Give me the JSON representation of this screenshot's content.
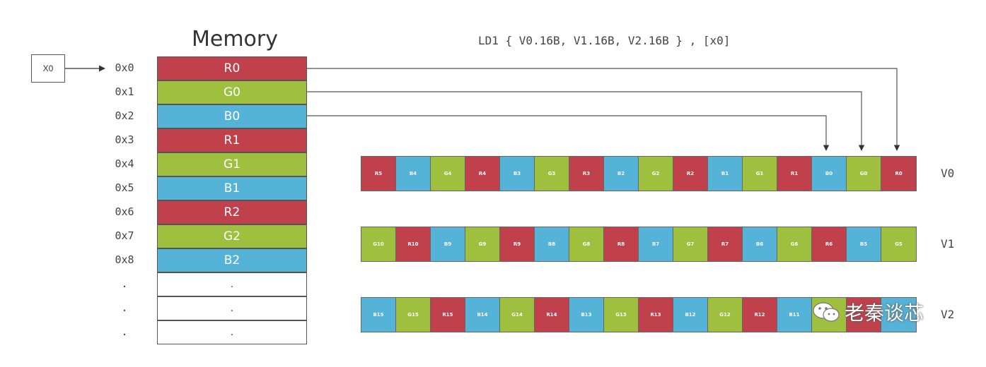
{
  "memory_title": "Memory",
  "instruction": "LD1 { V0.16B, V1.16B, V2.16B } , [x0]",
  "pointer_register": "X0",
  "colors": {
    "R": "#c0414c",
    "G": "#9ec03e",
    "B": "#56b3d8"
  },
  "addresses": [
    "0x0",
    "0x1",
    "0x2",
    "0x3",
    "0x4",
    "0x5",
    "0x6",
    "0x7",
    "0x8",
    ".",
    ".",
    "."
  ],
  "memory_cells": [
    {
      "label": "R0",
      "color": "R"
    },
    {
      "label": "G0",
      "color": "G"
    },
    {
      "label": "B0",
      "color": "B"
    },
    {
      "label": "R1",
      "color": "R"
    },
    {
      "label": "G1",
      "color": "G"
    },
    {
      "label": "B1",
      "color": "B"
    },
    {
      "label": "R2",
      "color": "R"
    },
    {
      "label": "G2",
      "color": "G"
    },
    {
      "label": "B2",
      "color": "B"
    },
    {
      "label": ".",
      "color": ""
    },
    {
      "label": ".",
      "color": ""
    },
    {
      "label": ".",
      "color": ""
    }
  ],
  "vector_registers": [
    {
      "name": "V0",
      "lanes": [
        {
          "label": "R5",
          "color": "R"
        },
        {
          "label": "B4",
          "color": "B"
        },
        {
          "label": "G4",
          "color": "G"
        },
        {
          "label": "R4",
          "color": "R"
        },
        {
          "label": "B3",
          "color": "B"
        },
        {
          "label": "G3",
          "color": "G"
        },
        {
          "label": "R3",
          "color": "R"
        },
        {
          "label": "B2",
          "color": "B"
        },
        {
          "label": "G2",
          "color": "G"
        },
        {
          "label": "R2",
          "color": "R"
        },
        {
          "label": "B1",
          "color": "B"
        },
        {
          "label": "G1",
          "color": "G"
        },
        {
          "label": "R1",
          "color": "R"
        },
        {
          "label": "B0",
          "color": "B"
        },
        {
          "label": "G0",
          "color": "G"
        },
        {
          "label": "R0",
          "color": "R"
        }
      ]
    },
    {
      "name": "V1",
      "lanes": [
        {
          "label": "G10",
          "color": "G"
        },
        {
          "label": "R10",
          "color": "R"
        },
        {
          "label": "B9",
          "color": "B"
        },
        {
          "label": "G9",
          "color": "G"
        },
        {
          "label": "R9",
          "color": "R"
        },
        {
          "label": "B8",
          "color": "B"
        },
        {
          "label": "G8",
          "color": "G"
        },
        {
          "label": "R8",
          "color": "R"
        },
        {
          "label": "B7",
          "color": "B"
        },
        {
          "label": "G7",
          "color": "G"
        },
        {
          "label": "R7",
          "color": "R"
        },
        {
          "label": "B6",
          "color": "B"
        },
        {
          "label": "G6",
          "color": "G"
        },
        {
          "label": "R6",
          "color": "R"
        },
        {
          "label": "B5",
          "color": "B"
        },
        {
          "label": "G5",
          "color": "G"
        }
      ]
    },
    {
      "name": "V2",
      "lanes": [
        {
          "label": "B15",
          "color": "B"
        },
        {
          "label": "G15",
          "color": "G"
        },
        {
          "label": "R15",
          "color": "R"
        },
        {
          "label": "B14",
          "color": "B"
        },
        {
          "label": "G14",
          "color": "G"
        },
        {
          "label": "R14",
          "color": "R"
        },
        {
          "label": "B13",
          "color": "B"
        },
        {
          "label": "G13",
          "color": "G"
        },
        {
          "label": "R13",
          "color": "R"
        },
        {
          "label": "B12",
          "color": "B"
        },
        {
          "label": "G12",
          "color": "G"
        },
        {
          "label": "R12",
          "color": "R"
        },
        {
          "label": "B11",
          "color": "B"
        },
        {
          "label": "",
          "color": "G"
        },
        {
          "label": "",
          "color": "R"
        },
        {
          "label": "",
          "color": "B"
        }
      ]
    }
  ],
  "watermark": {
    "icon": "wechat-icon",
    "text": "老秦谈芯"
  }
}
